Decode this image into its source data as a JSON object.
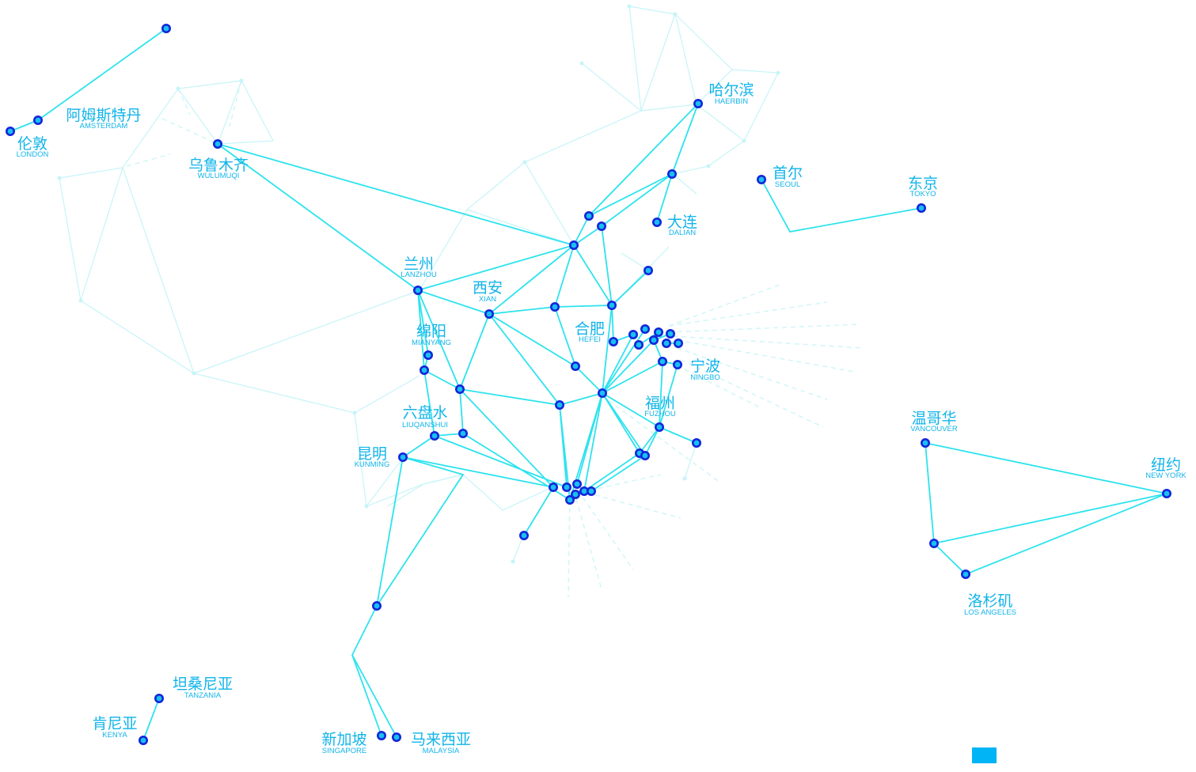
{
  "labels": {
    "amsterdam": {
      "cn": "阿姆斯特丹",
      "en": "AMSTERDAM"
    },
    "london": {
      "cn": "伦敦",
      "en": "LONDON"
    },
    "wulumuqi": {
      "cn": "乌鲁木齐",
      "en": "WULUMUQI"
    },
    "harbin": {
      "cn": "哈尔滨",
      "en": "HAERBIN"
    },
    "dalian": {
      "cn": "大连",
      "en": "DALIAN"
    },
    "seoul": {
      "cn": "首尔",
      "en": "SEOUL"
    },
    "tokyo": {
      "cn": "东京",
      "en": "TOKYO"
    },
    "lanzhou": {
      "cn": "兰州",
      "en": "LANZHOU"
    },
    "xian": {
      "cn": "西安",
      "en": "XIAN"
    },
    "hefei": {
      "cn": "合肥",
      "en": "HEFEI"
    },
    "mianyang": {
      "cn": "绵阳",
      "en": "MIANYANG"
    },
    "ningbo": {
      "cn": "宁波",
      "en": "NINGBO"
    },
    "fuzhou": {
      "cn": "福州",
      "en": "FUZHOU"
    },
    "liupanshui": {
      "cn": "六盘水",
      "en": "LIUQANSHUI"
    },
    "kunming": {
      "cn": "昆明",
      "en": "KUNMING"
    },
    "vancouver": {
      "cn": "温哥华",
      "en": "VANCOUVER"
    },
    "newyork": {
      "cn": "纽约",
      "en": "NEW YORK"
    },
    "losangeles": {
      "cn": "洛杉矶",
      "en": "LOS ANGELES"
    },
    "tanzania": {
      "cn": "坦桑尼亚",
      "en": "TANZANIA"
    },
    "kenya": {
      "cn": "肯尼亚",
      "en": "KENYA"
    },
    "singapore": {
      "cn": "新加坡",
      "en": "SINGAPORE"
    },
    "malaysia": {
      "cn": "马来西亚",
      "en": "MALAYSIA"
    }
  },
  "colors": {
    "edge": "#2de3ee",
    "node_outer": "#1326d9",
    "node_inner": "#18c0f2",
    "label": "#12b4ea",
    "legend_swatch": "#00b4f5"
  }
}
